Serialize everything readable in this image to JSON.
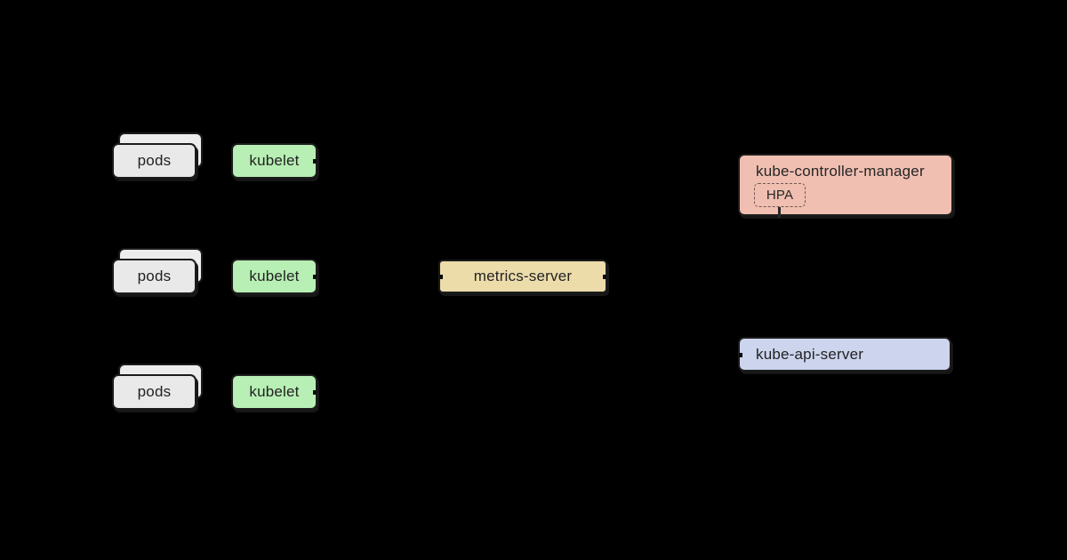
{
  "canvas": {
    "background": "#000000"
  },
  "colors": {
    "pods_fill": "#e9e9e9",
    "kubelet_fill": "#b7efb4",
    "metrics_server_fill": "#ecdcaa",
    "controller_fill": "#f0bfb1",
    "api_server_fill": "#ccd4ee",
    "border": "#1c1c1c",
    "text": "#262626"
  },
  "rows": [
    {
      "pods": "pods",
      "kubelet": "kubelet"
    },
    {
      "pods": "pods",
      "kubelet": "kubelet"
    },
    {
      "pods": "pods",
      "kubelet": "kubelet"
    }
  ],
  "metrics_server": {
    "label": "metrics-server"
  },
  "controller": {
    "label": "kube-controller-manager",
    "hpa": "HPA"
  },
  "api_server": {
    "label": "kube-api-server"
  }
}
